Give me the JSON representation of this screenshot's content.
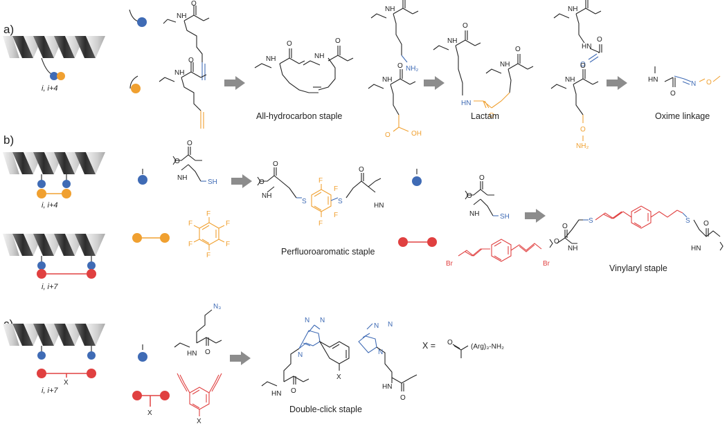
{
  "panels": {
    "a": {
      "label": "a)",
      "index": "i, i+4",
      "captions": [
        "All-hydrocarbon staple",
        "Lactam",
        "Oxime linkage"
      ]
    },
    "b": {
      "label": "b)",
      "index_top": "i, i+4",
      "index_bottom": "i, i+7",
      "captions": [
        "Perfluoroaromatic staple",
        "Vinylaryl staple"
      ]
    },
    "c": {
      "label": "c)",
      "index": "i, i+7",
      "x_mark": "X",
      "captions": [
        "Double-click staple"
      ],
      "x_definition": "X =",
      "x_group": "(Arg)₃-NH₂"
    }
  },
  "atoms": {
    "NH": "NH",
    "HN": "HN",
    "O": "O",
    "N": "N",
    "S": "S",
    "F": "F",
    "Br": "Br",
    "SH": "SH",
    "OH": "OH",
    "NH2": "NH₂",
    "N3": "N₃",
    "X": "X"
  },
  "colors": {
    "blue": "#3f6bb5",
    "orange": "#f0a030",
    "red": "#e04040",
    "arrow": "#8c8c8c",
    "helix_dark": "#3a3a3a",
    "helix_light": "#d8d8d8"
  }
}
